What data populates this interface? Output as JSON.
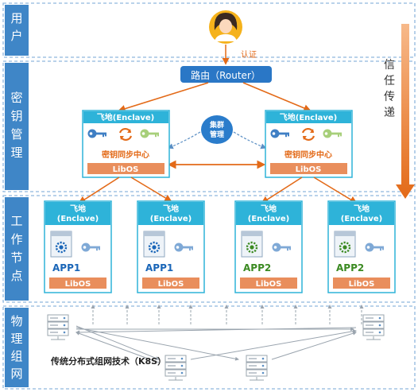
{
  "layers": [
    {
      "id": "user",
      "label": [
        "用",
        "户"
      ]
    },
    {
      "id": "key-mgmt",
      "label": [
        "密",
        "钥",
        "管",
        "理"
      ]
    },
    {
      "id": "worker",
      "label": [
        "工",
        "作",
        "节",
        "点"
      ]
    },
    {
      "id": "physical",
      "label": [
        "物",
        "理",
        "组",
        "网"
      ]
    }
  ],
  "user": {
    "auth_label": "认证"
  },
  "trust": {
    "label": [
      "信",
      "任",
      "传",
      "递"
    ]
  },
  "router": {
    "label": "路由（Router）"
  },
  "cluster": {
    "label_line1": "集群",
    "label_line2": "管理"
  },
  "key_enclaves": [
    {
      "title": "飞地(Enclave)",
      "center": "密钥同步中心",
      "libos": "LibOS"
    },
    {
      "title": "飞地(Enclave)",
      "center": "密钥同步中心",
      "libos": "LibOS"
    }
  ],
  "worker_enclaves": [
    {
      "title1": "飞地",
      "title2": "(Enclave)",
      "app": "APP1",
      "libos": "LibOS",
      "app_color": "#1a66b8"
    },
    {
      "title1": "飞地",
      "title2": "(Enclave)",
      "app": "APP1",
      "libos": "LibOS",
      "app_color": "#1a66b8"
    },
    {
      "title1": "飞地",
      "title2": "(Enclave)",
      "app": "APP2",
      "libos": "LibOS",
      "app_color": "#3b8a22"
    },
    {
      "title1": "飞地",
      "title2": "(Enclave)",
      "app": "APP2",
      "libos": "LibOS",
      "app_color": "#3b8a22"
    }
  ],
  "network": {
    "label": "传统分布式组网技术（K8S）"
  },
  "colors": {
    "layer_bg": "#3f86c7",
    "enclave_header": "#2eb3d9",
    "libos": "#e98e5c",
    "orange": "#e36a18",
    "accent_blue": "#1a66b8"
  }
}
